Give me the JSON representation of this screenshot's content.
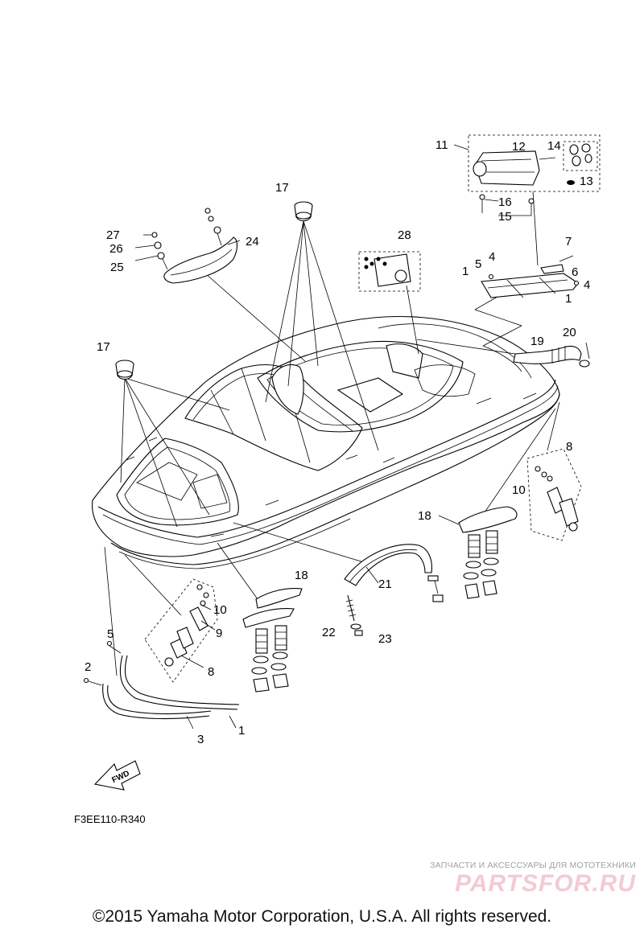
{
  "diagram": {
    "drawing_code": "F3EE110-R340",
    "fwd_label": "FWD",
    "callouts": [
      {
        "id": "c11",
        "text": "11"
      },
      {
        "id": "c12",
        "text": "12"
      },
      {
        "id": "c14",
        "text": "14"
      },
      {
        "id": "c13",
        "text": "13"
      },
      {
        "id": "c16",
        "text": "16"
      },
      {
        "id": "c15",
        "text": "15"
      },
      {
        "id": "c17a",
        "text": "17"
      },
      {
        "id": "c7",
        "text": "7"
      },
      {
        "id": "c6",
        "text": "6"
      },
      {
        "id": "c4a",
        "text": "4"
      },
      {
        "id": "c5a",
        "text": "5"
      },
      {
        "id": "c1a",
        "text": "1"
      },
      {
        "id": "c4b",
        "text": "4"
      },
      {
        "id": "c1b",
        "text": "1"
      },
      {
        "id": "c27",
        "text": "27"
      },
      {
        "id": "c26",
        "text": "26"
      },
      {
        "id": "c25",
        "text": "25"
      },
      {
        "id": "c24",
        "text": "24"
      },
      {
        "id": "c28",
        "text": "28"
      },
      {
        "id": "c17b",
        "text": "17"
      },
      {
        "id": "c19",
        "text": "19"
      },
      {
        "id": "c20",
        "text": "20"
      },
      {
        "id": "c8a",
        "text": "8"
      },
      {
        "id": "c10a",
        "text": "10"
      },
      {
        "id": "c18a",
        "text": "18"
      },
      {
        "id": "c18b",
        "text": "18"
      },
      {
        "id": "c21",
        "text": "21"
      },
      {
        "id": "c10b",
        "text": "10"
      },
      {
        "id": "c9",
        "text": "9"
      },
      {
        "id": "c5b",
        "text": "5"
      },
      {
        "id": "c22",
        "text": "22"
      },
      {
        "id": "c23",
        "text": "23"
      },
      {
        "id": "c2",
        "text": "2"
      },
      {
        "id": "c8b",
        "text": "8"
      },
      {
        "id": "c3",
        "text": "3"
      },
      {
        "id": "c1c",
        "text": "1"
      }
    ]
  },
  "watermark": {
    "line1": "ЗАПЧАСТИ И АКСЕССУАРЫ ДЛЯ МОТОТЕХНИКИ",
    "line2": "PARTSFOR.RU"
  },
  "footer": {
    "copyright": "©2015 Yamaha Motor Corporation, U.S.A. All rights reserved."
  }
}
